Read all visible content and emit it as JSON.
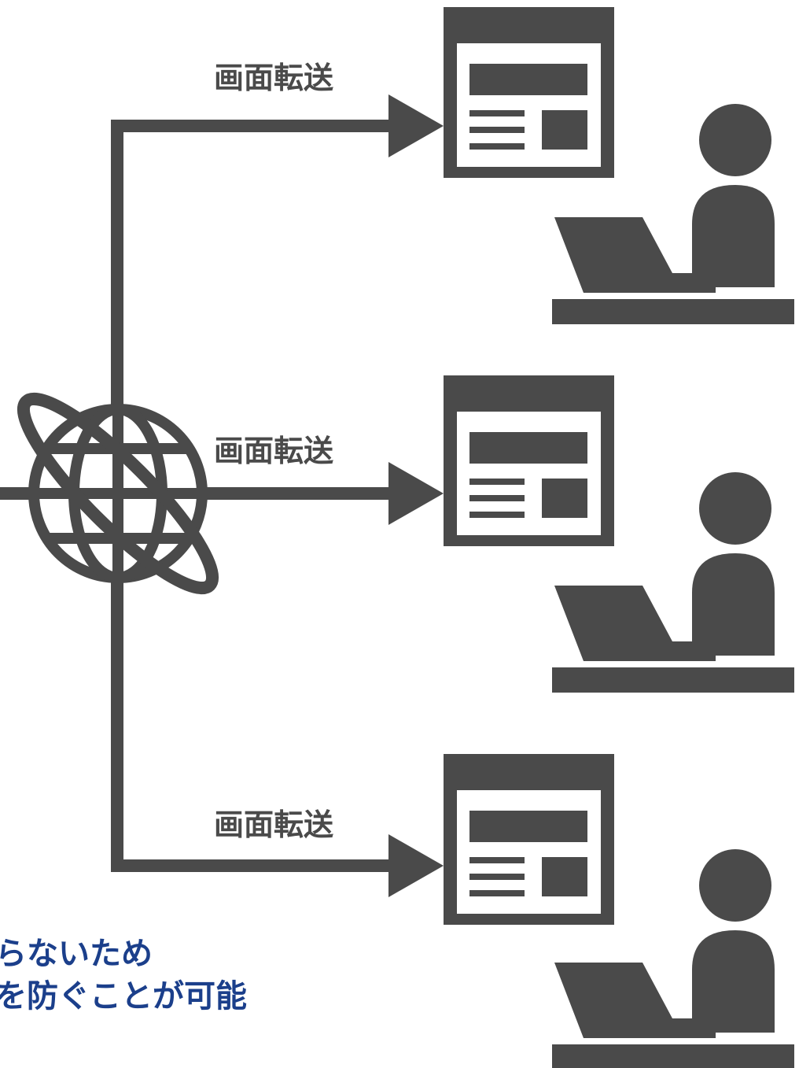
{
  "colors": {
    "icon": "#4a4a4a",
    "caption": "#1b3f8b",
    "background": "#ffffff"
  },
  "connections": [
    {
      "label": "画面転送"
    },
    {
      "label": "画面転送"
    },
    {
      "label": "画面転送"
    }
  ],
  "caption": {
    "line1": "らないため",
    "line2": "を防ぐことが可能"
  },
  "icons": {
    "hub": "globe-network-icon",
    "screen": "browser-window-icon",
    "user": "person-laptop-icon"
  }
}
